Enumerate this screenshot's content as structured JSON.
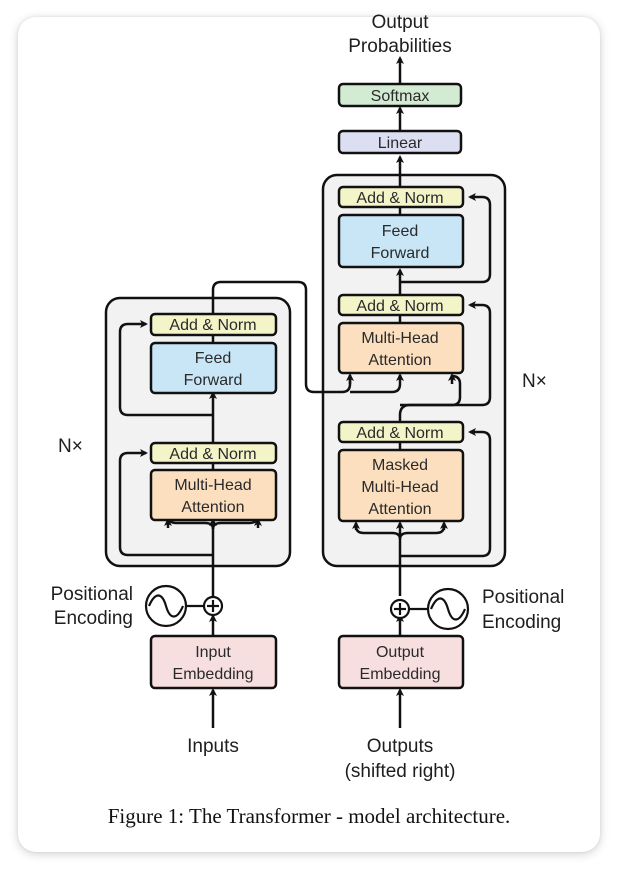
{
  "figure": {
    "caption": "Figure 1: The Transformer - model architecture.",
    "output_label": [
      "Output",
      "Probabilities"
    ],
    "encoder": {
      "repeat_label": "N×",
      "blocks": {
        "add_norm_top": "Add & Norm",
        "feed_forward": [
          "Feed",
          "Forward"
        ],
        "add_norm_bottom": "Add & Norm",
        "attention": [
          "Multi-Head",
          "Attention"
        ]
      },
      "positional_encoding": [
        "Positional",
        "Encoding"
      ],
      "embedding": [
        "Input",
        "Embedding"
      ],
      "input_label": "Inputs"
    },
    "decoder": {
      "repeat_label": "N×",
      "blocks": {
        "softmax": "Softmax",
        "linear": "Linear",
        "add_norm_top": "Add & Norm",
        "feed_forward": [
          "Feed",
          "Forward"
        ],
        "add_norm_mid": "Add & Norm",
        "attention": [
          "Multi-Head",
          "Attention"
        ],
        "add_norm_bottom": "Add & Norm",
        "masked_attention": [
          "Masked",
          "Multi-Head",
          "Attention"
        ]
      },
      "positional_encoding": [
        "Positional",
        "Encoding"
      ],
      "embedding": [
        "Output",
        "Embedding"
      ],
      "input_label": [
        "Outputs",
        "(shifted right)"
      ]
    },
    "colors": {
      "add_norm": "#f3f4c8",
      "feed_forward": "#c8e6f6",
      "attention": "#fbdfbf",
      "embedding": "#f7dfe0",
      "softmax": "#d3ead3",
      "linear": "#dcdff1",
      "stack_background": "#f2f2f2"
    }
  }
}
